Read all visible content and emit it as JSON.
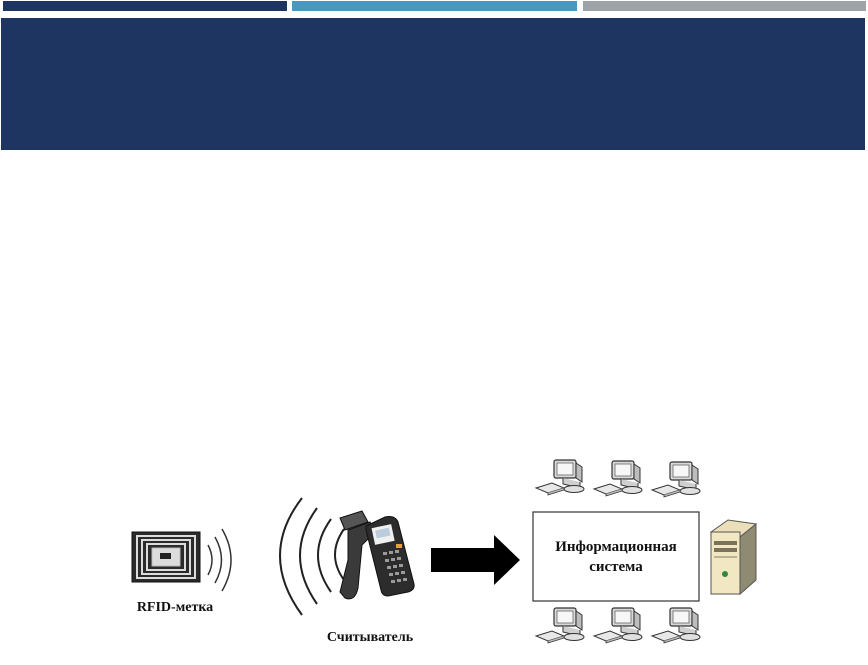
{
  "colors": {
    "header_bg": "#1e3461",
    "bar_dark": "#1e3461",
    "bar_light": "#4a97c0",
    "bar_gray": "#9ea3a8",
    "arrow": "#000000"
  },
  "icons": {
    "tag": "rfid-tag-icon",
    "reader": "handheld-reader-icon",
    "server": "server-icon",
    "workstation": "computer-workstation-icon",
    "arrow": "right-arrow-icon"
  },
  "diagram": {
    "tag_label": "RFID-метка",
    "reader_label": "Считыватель",
    "system_label_line1": "Информационная",
    "system_label_line2": "система"
  }
}
